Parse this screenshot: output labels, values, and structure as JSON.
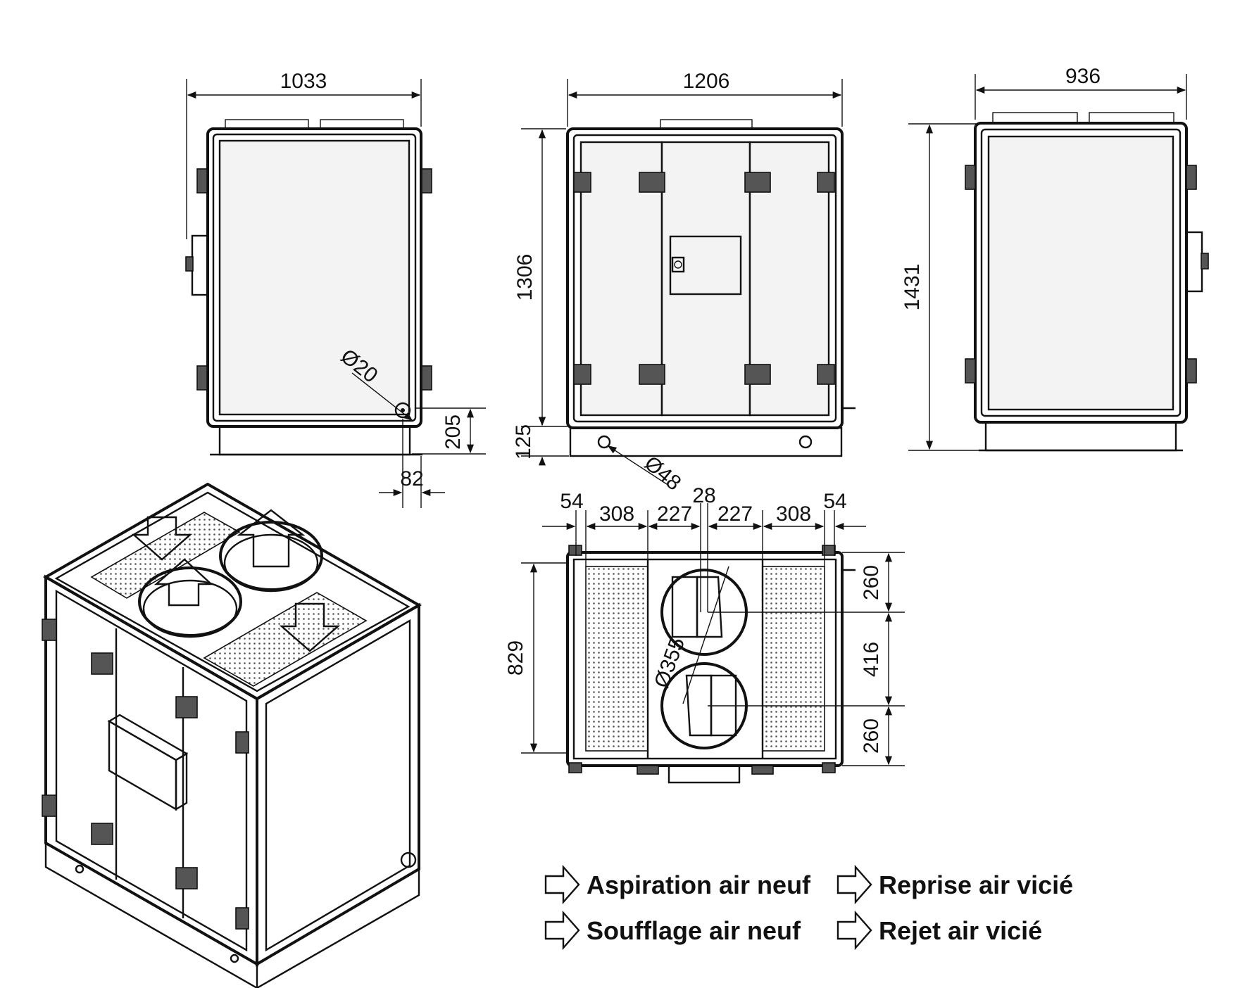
{
  "dimensions": {
    "front_width": "1033",
    "back_width": "1206",
    "side_width": "936",
    "back_height": "1306",
    "side_height": "1431",
    "drain_dia": "Ø20",
    "drain_height": "205",
    "drain_offset": "82",
    "base_height": "125",
    "base_hole_dia": "Ø48",
    "top_54_left": "54",
    "top_308_left": "308",
    "top_227_left": "227",
    "top_28": "28",
    "top_227_right": "227",
    "top_308_right": "308",
    "top_54_right": "54",
    "top_depth": "829",
    "duct_dia": "Ø355",
    "right_260_top": "260",
    "right_416": "416",
    "right_260_bottom": "260"
  },
  "legend": [
    {
      "key": "fresh-air-intake",
      "label": "Aspiration air neuf",
      "fill": "#ffffff"
    },
    {
      "key": "fresh-air-supply",
      "label": "Soufflage air neuf",
      "fill": "hatch"
    },
    {
      "key": "stale-air-extract",
      "label": "Reprise air vicié",
      "fill": "#111111"
    },
    {
      "key": "stale-air-exhaust",
      "label": "Rejet air vicié",
      "fill": "#8a8a8a"
    }
  ],
  "colors": {
    "line": "#111111",
    "panel": "#f3f3f3",
    "exhaust_grey": "#8a8a8a"
  }
}
